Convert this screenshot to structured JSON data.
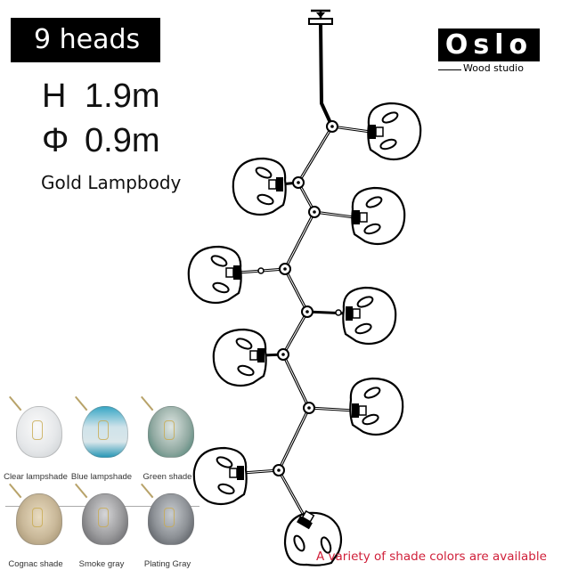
{
  "badge": {
    "heads": "9 heads"
  },
  "specs": {
    "height": {
      "symbol": "H",
      "value": "1.9m"
    },
    "diameter": {
      "symbol": "Φ",
      "value": "0.9m"
    },
    "body": "Gold Lampbody"
  },
  "logo": {
    "brand": "Oslo",
    "subtitle": "Wood studio"
  },
  "chandelier": {
    "heads": 9,
    "icon": "branching-chandelier-line-drawing"
  },
  "shades": [
    {
      "label": "Clear lampshade",
      "color": "#e6e8ea",
      "edge": "#c9cdd0"
    },
    {
      "label": "Blue lampshade",
      "color": "#5fb8d0",
      "edge": "#2a98b6"
    },
    {
      "label": "Green shade",
      "color": "#8fa8a0",
      "edge": "#3d7a6c"
    },
    {
      "label": "Cognac shade",
      "color": "#c9b899",
      "edge": "#9c8a68"
    },
    {
      "label": "Smoke gray",
      "color": "#9a9a9c",
      "edge": "#5c5c60"
    },
    {
      "label": "Plating Gray",
      "color": "#8d9196",
      "edge": "#4b4f55"
    }
  ],
  "note": "A variety of shade colors are available",
  "colors": {
    "note": "#d0203a",
    "ink": "#111111"
  }
}
